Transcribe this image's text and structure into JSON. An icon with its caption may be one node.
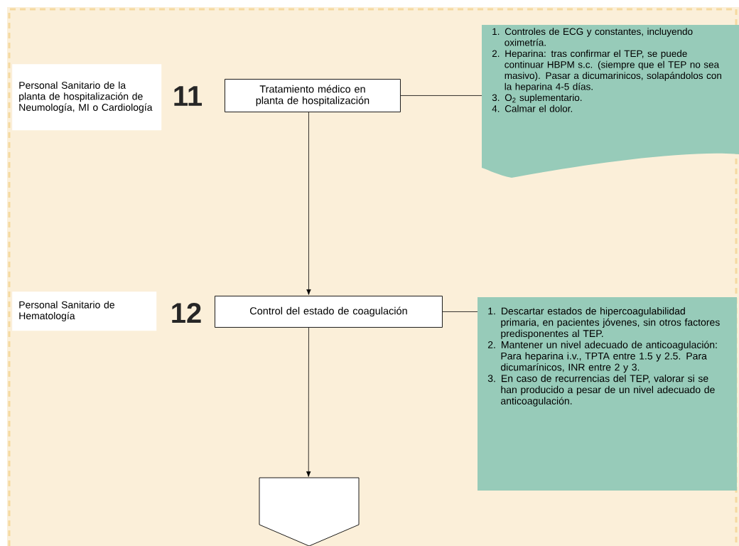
{
  "diagram": {
    "nodes": [
      {
        "text": [
          "Personal Sanitario de la planta de hospitalización de Neumología, MI o Cardiología"
        ]
      },
      {
        "text": [
          "Tratamiento médico en planta de hospitalización"
        ]
      },
      {
        "text": [
          "1. Controles de ECG y constantes, incluyendo oximetría.",
          "2. Heparina: tras confirmar el TEP, se puede continuar HBPM s.c. (siempre que el TEP no sea masivo). Pasar a dicumarinicos, solapándolos con la heparina 4-5 días.",
          "3. O$_{2}$ suplementario.",
          "4. Calmar el dolor."
        ]
      },
      {
        "text": [
          "Personal Sanitario de Hematología"
        ]
      },
      {
        "text": [
          "Control del estado de coagulación"
        ]
      },
      {
        "text": [
          "1. Descartar estados de hipercoagulabilidad primaria, en pacientes jóvenes, sin otros factores predisponentes al TEP.",
          "2. Mantener un nivel adecuado de anticoagulación: Para heparina i.v., TPTA entre 1.5 y 2.5. Para dicumarínicos, INR entre 2 y 3.",
          "3. En caso de recurrencias del TEP, valorar si se han producido a pesar de un nivel adecuado de anticoagulación."
        ]
      },
      {
        "text": [],
        "shape": "pentagon"
      }
    ],
    "edges": [
      {
        "from": 1,
        "to": 4,
        "arrow": "to"
      },
      {
        "from": 1,
        "to": 2,
        "arrow": "none"
      },
      {
        "from": 4,
        "to": 5,
        "arrow": "none"
      },
      {
        "from": 4,
        "to": 6,
        "arrow": "to"
      }
    ],
    "labels": [
      "11",
      "12"
    ]
  }
}
